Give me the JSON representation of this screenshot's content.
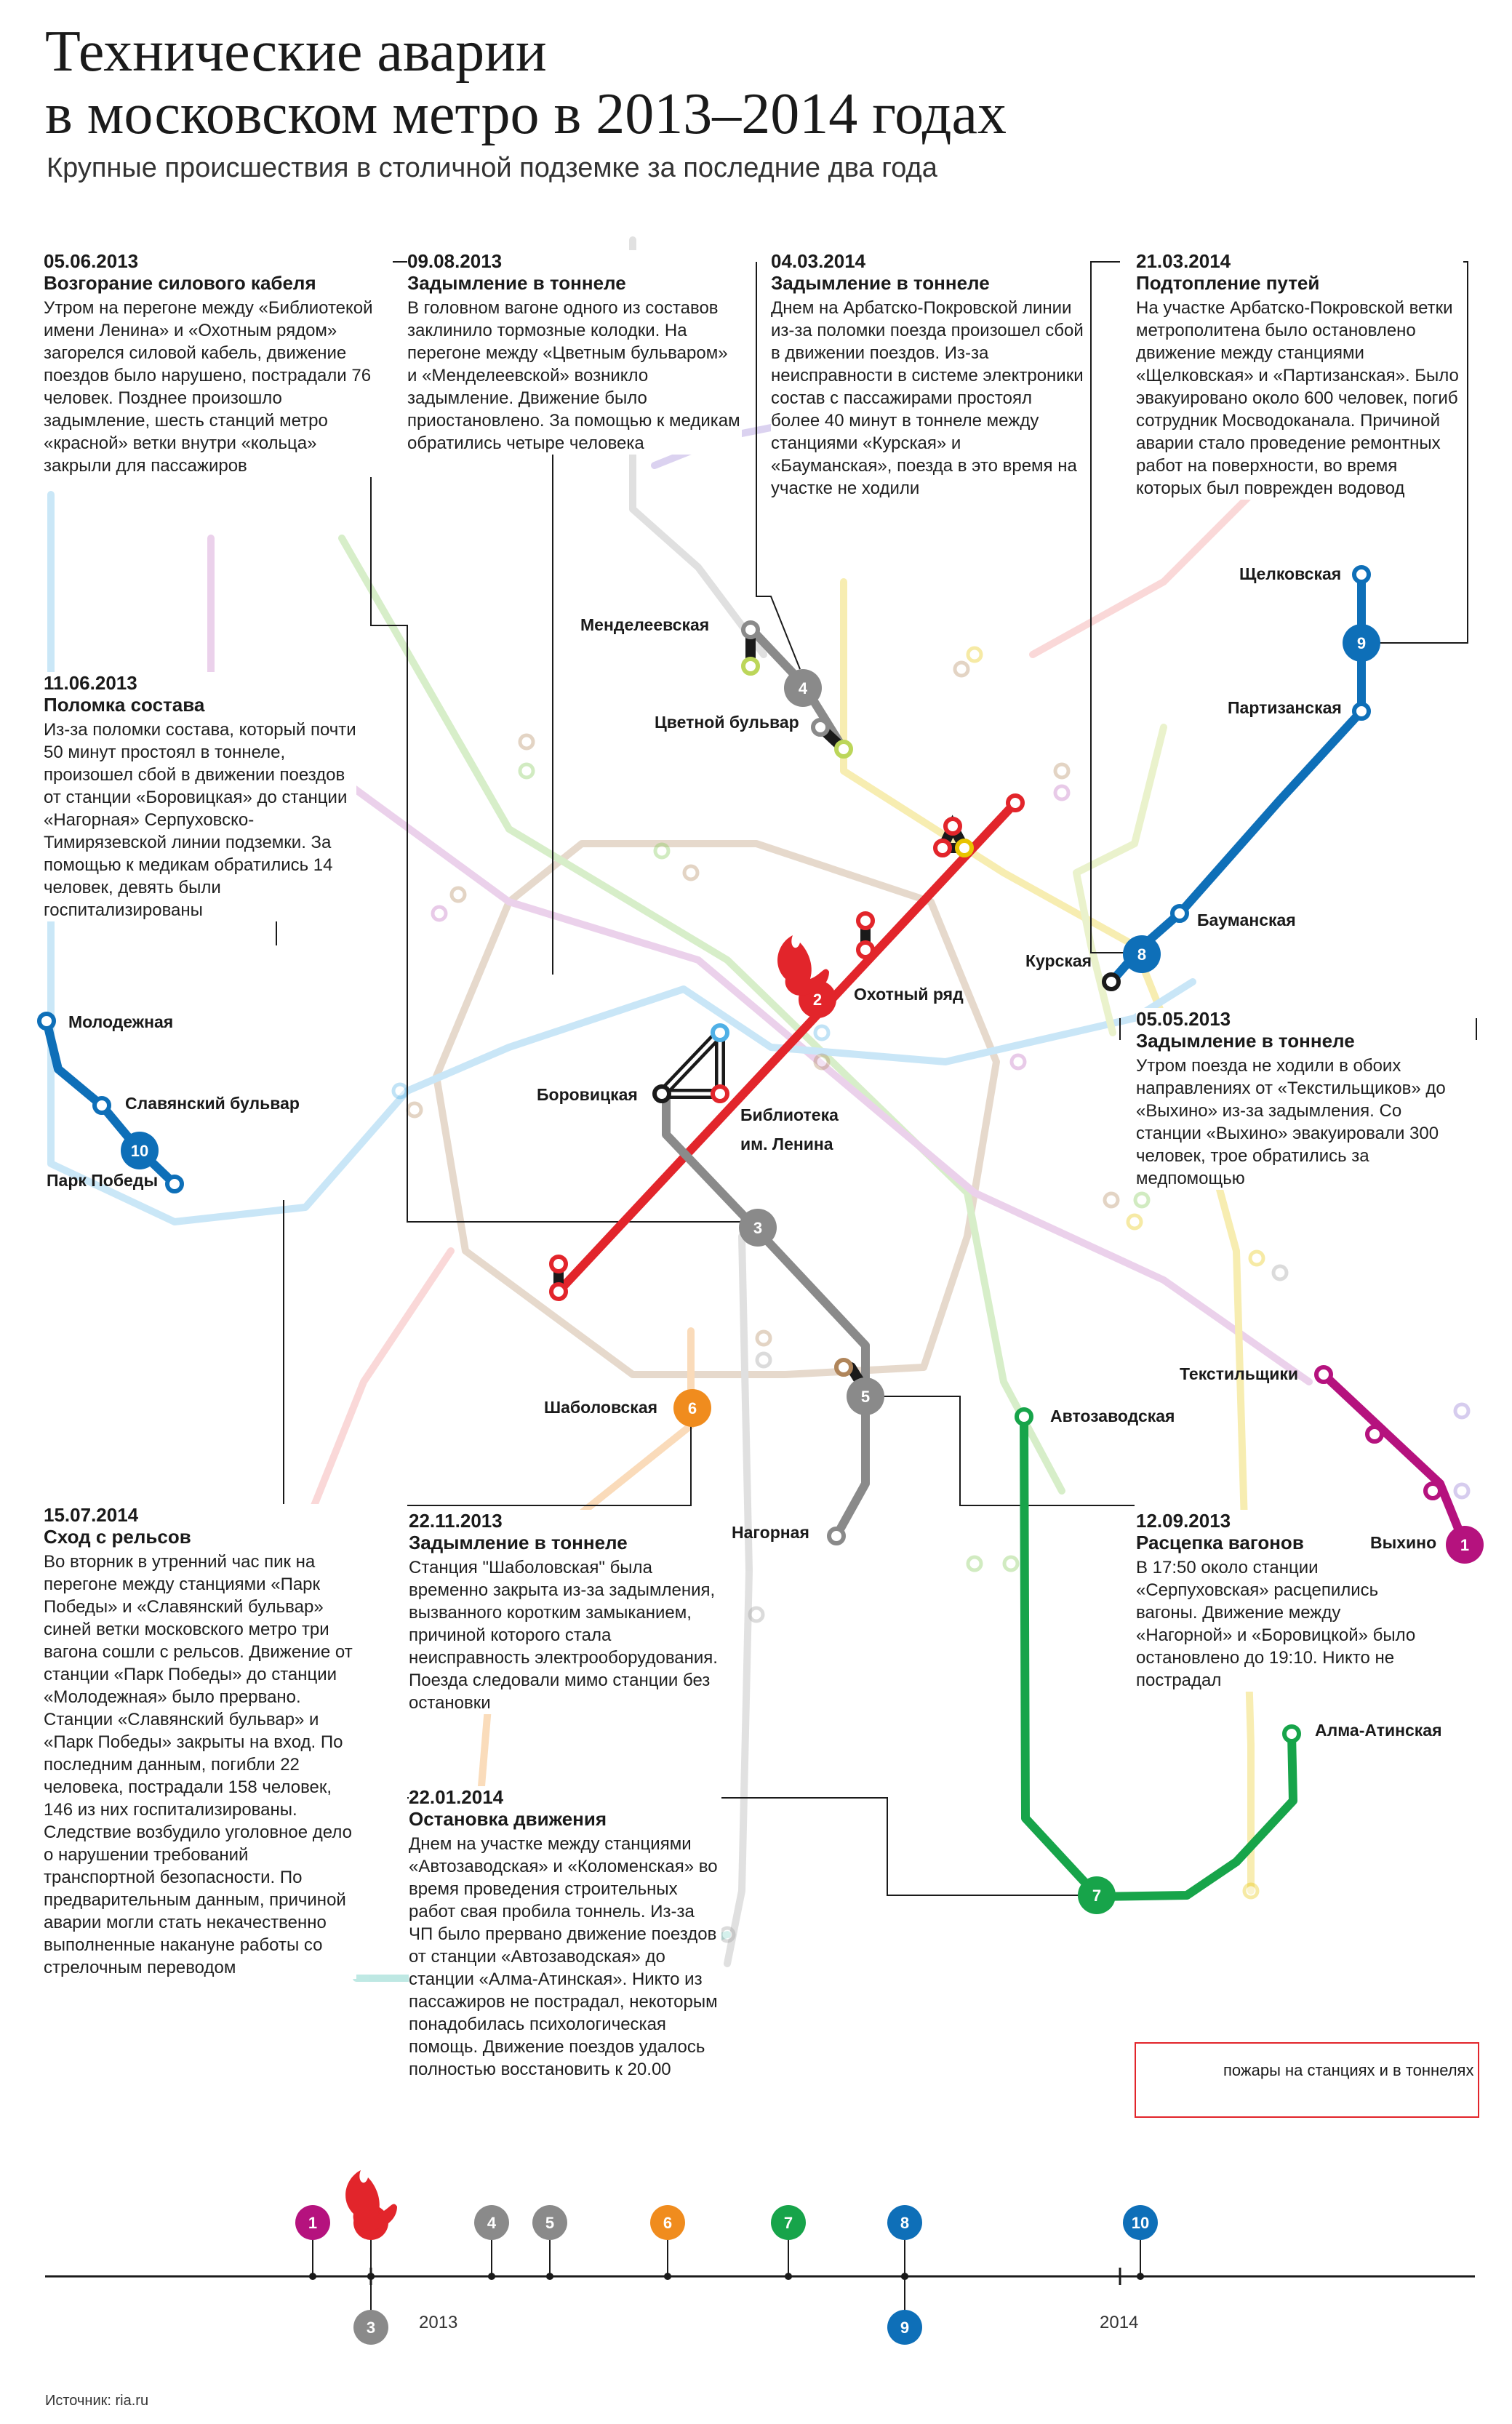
{
  "title_lines": [
    "Технические аварии",
    "в московском метро в 2013–2014 годах"
  ],
  "subtitle": "Крупные происшествия в столичной подземке за последние два года",
  "colors": {
    "line1": "#b5127e",
    "line2": "#e2252b",
    "line3": "#8a8a8a",
    "line4": "#8a8a8a",
    "line5": "#8a8a8a",
    "line6": "#f08c1e",
    "line7": "#17a44a",
    "line8": "#0e6fb8",
    "line9": "#0e6fb8",
    "line10": "#0e6fb8",
    "fire": "#e2252b"
  },
  "blocks": [
    {
      "date": "05.06.2013",
      "heading": "Возгорание силового кабеля",
      "text": "Утром на перегоне между «Библиотекой имени Ленина» и «Охотным рядом» загорелся силовой кабель, движение поездов было нарушено, пострадали 76 человек. Позднее произошло задымление, шесть станций метро «красной» ветки внутри «кольца» закрыли для пассажиров"
    },
    {
      "date": "09.08.2013",
      "heading": "Задымление в тоннеле",
      "text": "В головном вагоне одного из составов заклинило тормозные колодки. На перегоне между «Цветным бульваром» и «Менделеевской» возникло задымление. Движение было приостановлено. За помощью к медикам обратились четыре человека"
    },
    {
      "date": "04.03.2014",
      "heading": "Задымление в тоннеле",
      "text": "Днем на Арбатско-Покровской линии из-за поломки поезда произошел сбой в движении поездов. Из-за неисправности в системе электроники состав с пассажирами простоял более 40 минут в тоннеле между станциями «Курская» и «Бауманская», поезда в это время на участке не ходили"
    },
    {
      "date": "21.03.2014",
      "heading": "Подтопление путей",
      "text": "На участке Арбатско-Покровской ветки метрополитена было остановлено движение между станциями «Щелковская» и «Партизанская». Было эвакуировано около 600 человек, погиб сотрудник Мосводоканала. Причиной аварии стало проведение ремонтных работ на поверхности, во время которых был поврежден водовод"
    },
    {
      "date": "11.06.2013",
      "heading": "Поломка состава",
      "text": "Из-за поломки состава, который почти 50 минут простоял в тоннеле, произошел сбой в движении поездов от станции «Боровицкая» до станции «Нагорная» Серпуховско-Тимирязевской линии подземки. За помощью к медикам обратились 14 человек, девять были госпитализированы"
    },
    {
      "date": "05.05.2013",
      "heading": "Задымление в тоннеле",
      "text": "Утром поезда не ходили в обоих направлениях от «Текстильщиков» до «Выхино» из-за задымления. Со станции «Выхино» эвакуировали 300 человек, трое обратились за медпомощью"
    },
    {
      "date": "15.07.2014",
      "heading": "Сход с рельсов",
      "text": "Во вторник в утренний час пик на перегоне между станциями «Парк Победы» и «Славянский бульвар» синей ветки московского метро три вагона сошли с рельсов. Движение от станции «Парк Победы» до станции «Молодежная» было прервано. Станции «Славянский бульвар» и «Парк Победы» закрыты на вход. По последним данным, погибли 22 человека, пострадали 158 человек, 146 из них госпитализированы. Следствие возбудило уголовное дело о нарушении требований транспортной безопасности. По предварительным данным, причиной аварии могли стать некачественно выполненные накануне работы со стрелочным переводом"
    },
    {
      "date": "22.11.2013",
      "heading": "Задымление в тоннеле",
      "text": "Станция \"Шаболовская\" была временно закрыта из-за задымления, вызванного коротким замыканием, причиной которого стала неисправность электрооборудования. Поезда следовали мимо станции без остановки"
    },
    {
      "date": "12.09.2013",
      "heading": "Расцепка вагонов",
      "text": "В 17:50 около станции «Серпуховская» расцепились вагоны. Движение между «Нагорной» и «Боровицкой» было остановлено до 19:10. Никто не пострадал"
    },
    {
      "date": "22.01.2014",
      "heading": "Остановка движения",
      "text": "Днем на участке между станциями «Автозаводская» и «Коломенская» во время проведения строительных работ свая пробила тоннель. Из-за ЧП было прервано движение поездов от станции «Автозаводская» до станции «Алма-Атинская». Никто из пассажиров не пострадал, некоторым понадобилась психологическая помощь. Движение поездов удалось полностью восстановить к 20.00"
    }
  ],
  "stations": [
    "Менделеевская",
    "Цветной бульвар",
    "Щелковская",
    "Партизанская",
    "Бауманская",
    "Курская",
    "Охотный ряд",
    "Боровицкая",
    "Библиотека",
    "им. Ленина",
    "Молодежная",
    "Славянский бульвар",
    "Парк Победы",
    "Шаболовская",
    "Автозаводская",
    "Нагорная",
    "Текстильщики",
    "Выхино",
    "Алма-Атинская"
  ],
  "markers": [
    {
      "num": "1",
      "color": "#b5127e"
    },
    {
      "num": "2",
      "color": "#e2252b"
    },
    {
      "num": "3",
      "color": "#8a8a8a"
    },
    {
      "num": "4",
      "color": "#8a8a8a"
    },
    {
      "num": "5",
      "color": "#8a8a8a"
    },
    {
      "num": "6",
      "color": "#f08c1e"
    },
    {
      "num": "7",
      "color": "#17a44a"
    },
    {
      "num": "8",
      "color": "#0e6fb8"
    },
    {
      "num": "9",
      "color": "#0e6fb8"
    },
    {
      "num": "10",
      "color": "#0e6fb8"
    }
  ],
  "legend": {
    "text": "пожары на станциях и в тоннелях"
  },
  "timeline": {
    "year1": "2013",
    "year2": "2014"
  },
  "source": "Источник: ria.ru"
}
